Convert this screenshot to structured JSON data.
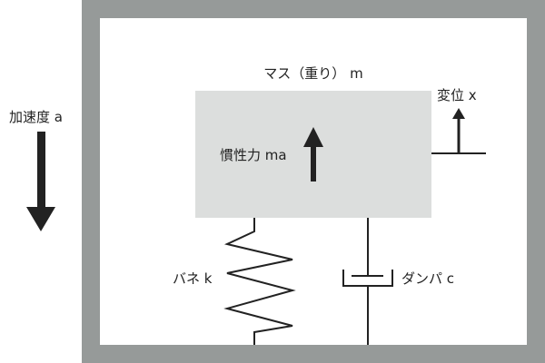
{
  "labels": {
    "acceleration": "加速度 a",
    "mass": "マス（重り） m",
    "inertial_force": "慣性力 ma",
    "displacement": "変位 x",
    "spring": "バネ k",
    "damper": "ダンパ c"
  },
  "colors": {
    "frame": "#969a99",
    "mass_fill": "#dcdedd",
    "stroke": "#222222"
  }
}
